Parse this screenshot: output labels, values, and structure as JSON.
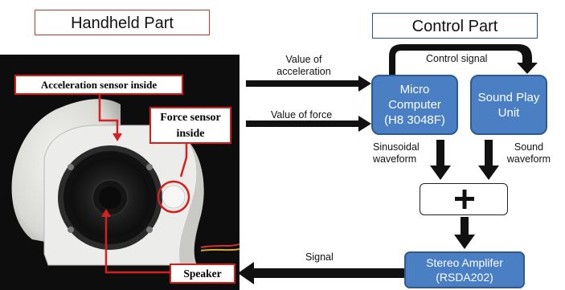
{
  "sections": {
    "handheld_title": "Handheld Part",
    "control_title": "Control Part"
  },
  "callouts": {
    "acceleration": "Acceleration sensor inside",
    "force_line1": "Force sensor",
    "force_line2": "inside",
    "speaker": "Speaker"
  },
  "blocks": {
    "micro_line1": "Micro",
    "micro_line2": "Computer",
    "micro_line3": "(H8 3048F)",
    "sound_line1": "Sound Play",
    "sound_line2": "Unit",
    "amp_line1": "Stereo Amplifer",
    "amp_line2": "(RSDA202)",
    "sum_symbol": "+"
  },
  "labels": {
    "accel_line1": "Value of",
    "accel_line2": "acceleration",
    "force": "Value of force",
    "control_signal": "Control signal",
    "sin_line1": "Sinusoidal",
    "sin_line2": "waveform",
    "sound_line1": "Sound",
    "sound_line2": "waveform",
    "signal": "Signal"
  },
  "colors": {
    "block_fill": "#4a7fc4",
    "block_border": "#2e5a94",
    "callout_border": "#d81f1f",
    "arrow": "#111111"
  }
}
